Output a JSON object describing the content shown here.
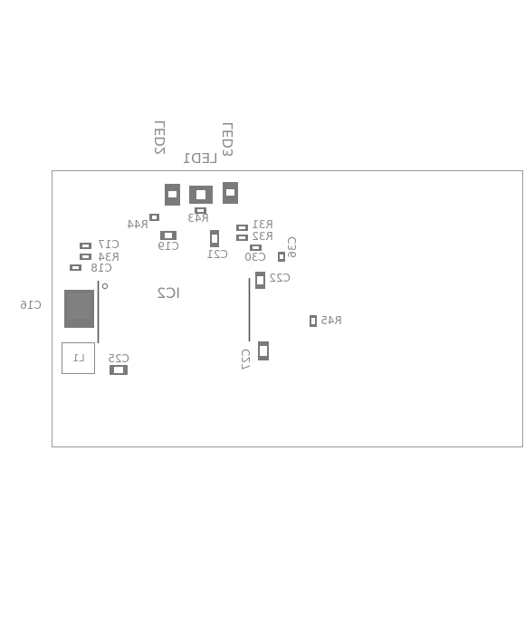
{
  "board": {
    "outline_color": "#9a9a9a",
    "pad_color": "#7a7a7a",
    "text_color": "#8a8a8a"
  },
  "labels": {
    "led2": "LED2",
    "led1": "LED1",
    "led3": "LED3",
    "r43": "R43",
    "r44": "R44",
    "r31": "R31",
    "r32": "R32",
    "c19": "C19",
    "c21": "C21",
    "c30": "C30",
    "c36": "C36",
    "c17": "C17",
    "r34": "R34",
    "c18": "C18",
    "c22": "C22",
    "ic2": "IC2",
    "c16": "C16",
    "r45": "R45",
    "l1": "L1",
    "c25": "C25",
    "c27": "C27"
  }
}
